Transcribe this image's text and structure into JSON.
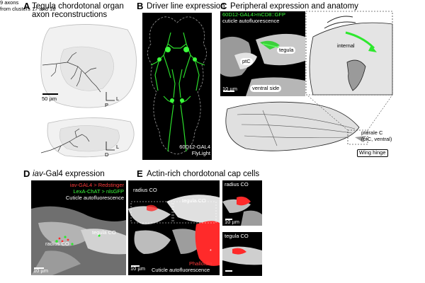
{
  "panels": {
    "A": {
      "letter": "A",
      "title_line1": "Tegula chordotonal organ",
      "title_line2": "axon reconstructions",
      "note_line1": "9 axons",
      "note_line2": "from clusters 17 and 18",
      "scale": "50 µm",
      "axis1_h": "L",
      "axis1_v": "P",
      "axis2_h": "L",
      "axis2_v": "D"
    },
    "B": {
      "letter": "B",
      "title": "Driver line expression",
      "label_line1": "60D12-GAL4",
      "label_line2": "FlyLight"
    },
    "C": {
      "letter": "C",
      "title": "Peripheral expression and anatomy",
      "overlay_line1": "60D12-GAL4>mCD8::GFP",
      "overlay_line2": "cuticle autofluorescence",
      "tegula": "tegula",
      "ptc": "ptC",
      "ventral": "ventral side",
      "scale": "10 µm",
      "internal": "internal",
      "pterale_line1": "pterale C",
      "pterale_line2": "(ptC, ventral)",
      "wing_hinge": "Wing hinge"
    },
    "D": {
      "letter": "D",
      "title_prefix": "iav",
      "title_rest": "-Gal4 expression",
      "legend_line1": "iav-GAL4 > Redstinger",
      "legend_line2": "LexA-ChAT > nlsGFP",
      "legend_line3": "Cuticle autofluorescence",
      "tegula_co": "tegula CO",
      "radius_co": "radius CO",
      "scale": "10 µm"
    },
    "E": {
      "letter": "E",
      "title": "Actin-rich chordotonal cap cells",
      "radius_co": "radius CO",
      "tegula_co": "tegula CO",
      "star": "*",
      "phalloidin": "Phalloidin",
      "cuticle": "Cuticle autofluorescence",
      "scale_main": "10 µm",
      "inset1_label": "radius CO",
      "inset1_scale": "10 µm",
      "inset2_label": "tegula CO"
    }
  },
  "colors": {
    "gfp": "#2ee82e",
    "red": "#ff2a2a",
    "cuticle": "#d9d9d9",
    "background": "#000000"
  }
}
